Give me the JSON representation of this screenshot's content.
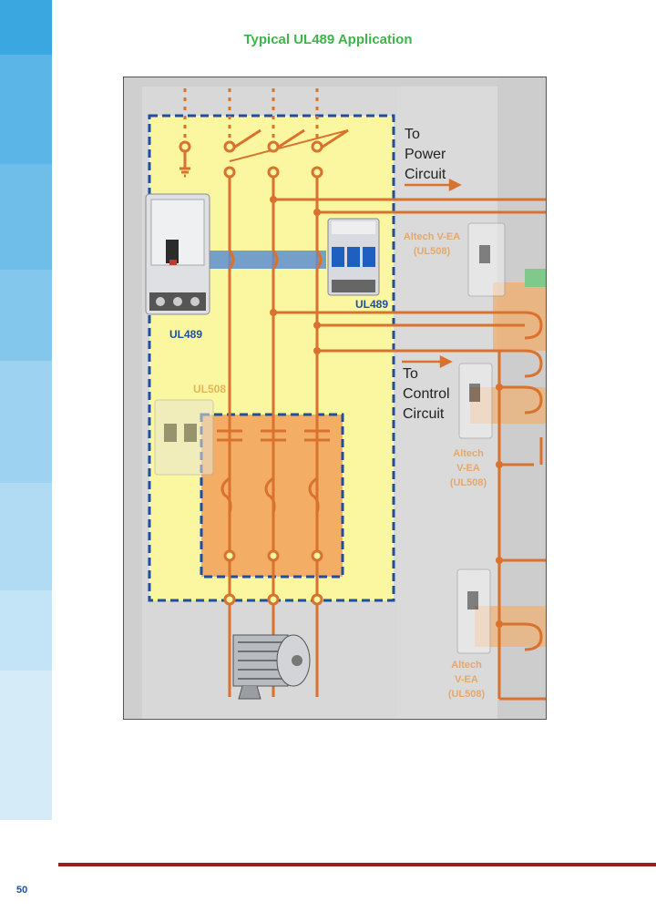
{
  "page": {
    "title": "Typical UL489 Application",
    "page_number": "50"
  },
  "diagram": {
    "to_power": [
      "To",
      "Power",
      "Circuit"
    ],
    "to_control": [
      "To",
      "Control",
      "Circuit"
    ],
    "ul489_mccb_label": "UL489",
    "ul489_mcb_label": "UL489",
    "ul508_label": "UL508",
    "altech_1": [
      "Altech V-EA",
      "(UL508)"
    ],
    "altech_2": [
      "Altech",
      "V-EA",
      "(UL508)"
    ],
    "altech_3": [
      "Altech",
      "V-EA",
      "(UL508)"
    ]
  },
  "colors": {
    "accent_green": "#3cb54a",
    "wire_orange": "#d9722e",
    "zone_yellow": "#fbf6a0",
    "dash_blue": "#1f4f9c",
    "footer_red": "#a01c24"
  }
}
